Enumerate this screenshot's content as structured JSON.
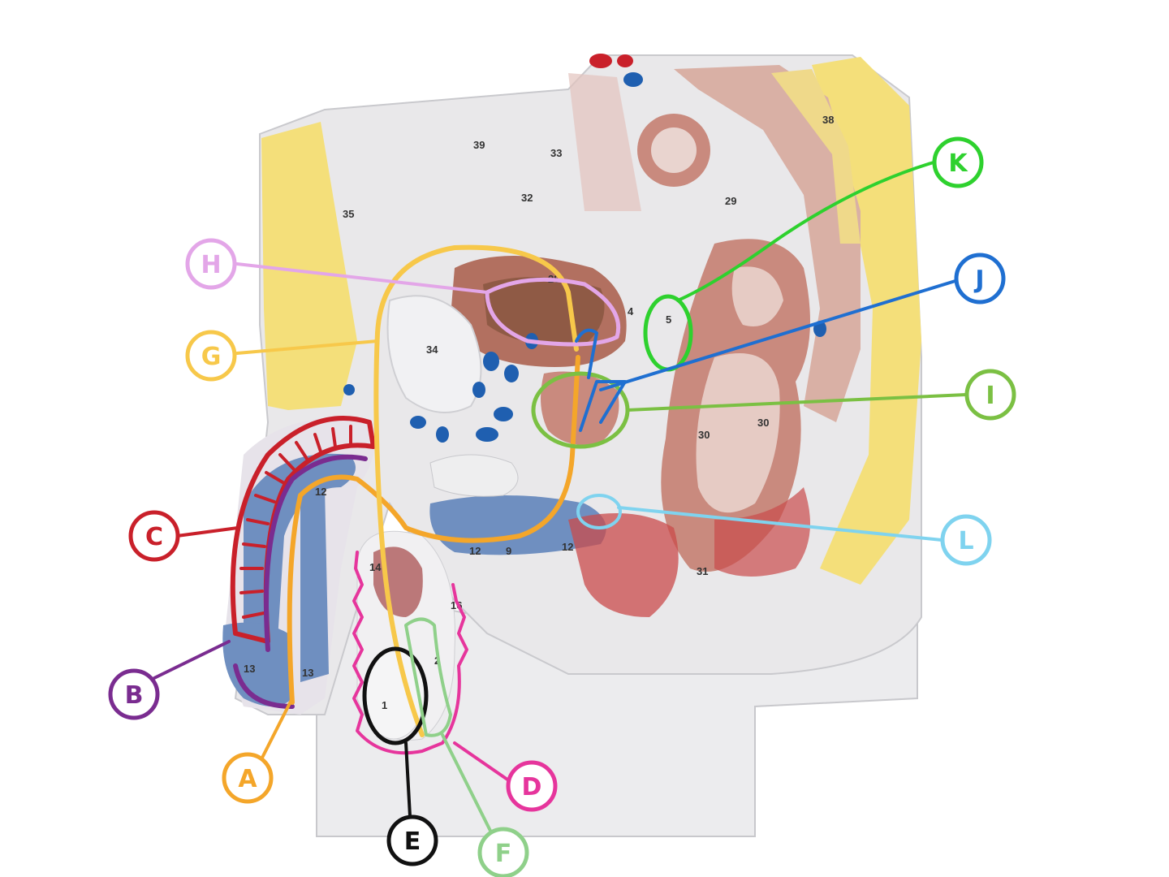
{
  "diagram": {
    "labels": [
      {
        "id": "A",
        "text": "A",
        "color": "#f4a62a"
      },
      {
        "id": "B",
        "text": "B",
        "color": "#7a2c90"
      },
      {
        "id": "C",
        "text": "C",
        "color": "#c9202a"
      },
      {
        "id": "D",
        "text": "D",
        "color": "#e6359c"
      },
      {
        "id": "E",
        "text": "E",
        "color": "#111111"
      },
      {
        "id": "F",
        "text": "F",
        "color": "#8fd08a"
      },
      {
        "id": "G",
        "text": "G",
        "color": "#f7c84a"
      },
      {
        "id": "H",
        "text": "H",
        "color": "#e3a6e8"
      },
      {
        "id": "I",
        "text": "I",
        "color": "#7bc043"
      },
      {
        "id": "J",
        "text": "J",
        "color": "#1f6fd1"
      },
      {
        "id": "K",
        "text": "K",
        "color": "#2ed12e"
      },
      {
        "id": "L",
        "text": "L",
        "color": "#7fd3ef"
      }
    ],
    "model_numbers": {
      "n1": "1",
      "n2": "2",
      "n4": "4",
      "n5": "5",
      "n9": "9",
      "n12a": "12",
      "n12b": "12",
      "n12c": "12",
      "n13a": "13",
      "n13b": "13",
      "n14": "14",
      "n16": "16",
      "n28": "28",
      "n29": "29",
      "n30a": "30",
      "n30b": "30",
      "n31": "31",
      "n32": "32",
      "n33": "33",
      "n34": "34",
      "n35": "35",
      "n38": "38",
      "n39": "39"
    }
  }
}
